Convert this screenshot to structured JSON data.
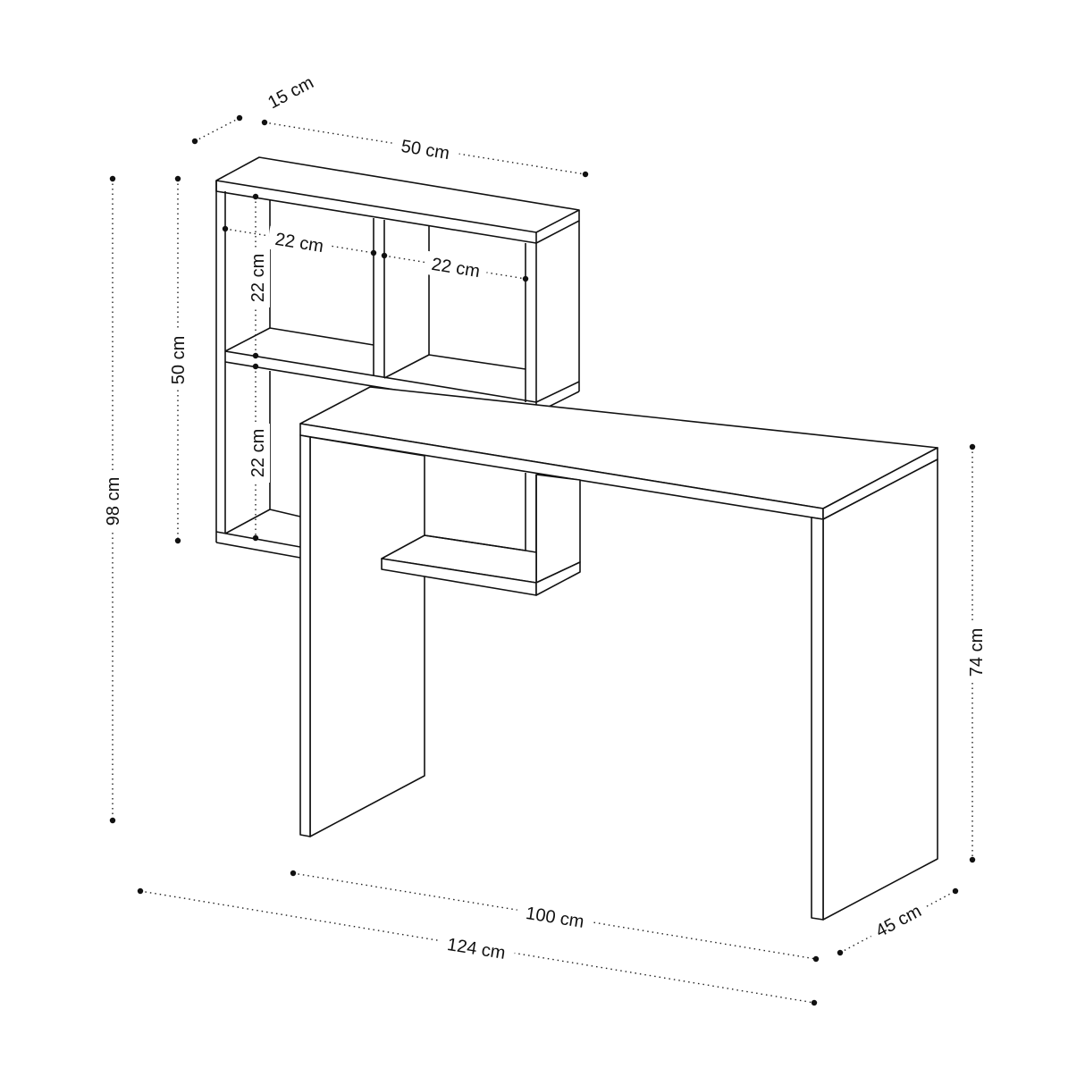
{
  "dimensions": {
    "shelf_depth": "15 cm",
    "shelf_width": "50 cm",
    "total_height": "98 cm",
    "shelf_height": "50 cm",
    "cube_height_upper": "22 cm",
    "cube_height_lower": "22 cm",
    "cube_width_left": "22 cm",
    "cube_width_right": "22 cm",
    "desk_height": "74 cm",
    "desk_width": "100 cm",
    "total_width": "124 cm",
    "desk_depth": "45 cm"
  },
  "line_color": "#111111",
  "background": "#ffffff"
}
